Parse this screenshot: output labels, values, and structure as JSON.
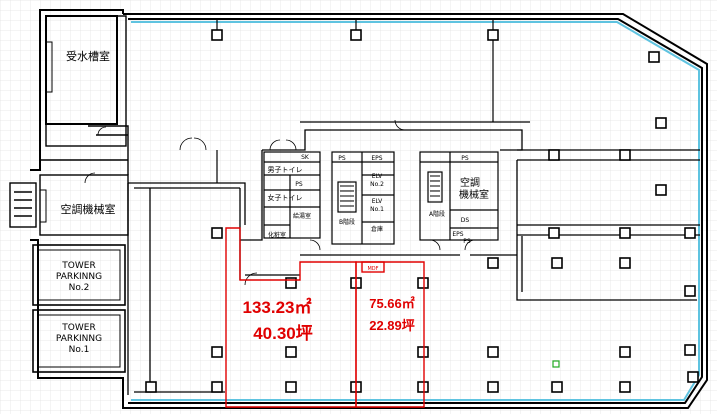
{
  "rooms": {
    "water_tank": "受水槽室",
    "hvac_left": "空調機械室",
    "hvac_right_line1": "空調",
    "hvac_right_line2": "機械室",
    "mens_toilet": "男子トイレ",
    "womens_toilet": "女子トイレ",
    "sk": "SK",
    "ps1": "PS",
    "ps2": "PS",
    "ps3": "PS",
    "ps4": "PS",
    "eps1": "EPS",
    "eps2": "EPS",
    "elv2_line1": "ELV",
    "elv2_line2": "No.2",
    "elv1_line1": "ELV",
    "elv1_line2": "No.1",
    "stair_b": "B階段",
    "stair_a": "A階段",
    "storage": "倉庫",
    "water_heater": "給湯室",
    "dressing": "化粧室",
    "ds": "DS",
    "mdf": "MDF"
  },
  "parking": [
    {
      "line1": "TOWER",
      "line2": "PARKINNG",
      "line3": "No.2"
    },
    {
      "line1": "TOWER",
      "line2": "PARKINNG",
      "line3": "No.1"
    }
  ],
  "units": [
    {
      "area_sqm": "133.23㎡",
      "area_tsubo": "40.30坪"
    },
    {
      "area_sqm": "75.66㎡",
      "area_tsubo": "22.89坪"
    }
  ],
  "colors": {
    "highlight": "#e00000",
    "curtain_wall": "#5fc3e0",
    "wall": "#000000",
    "grid": "#e2e2e2"
  }
}
